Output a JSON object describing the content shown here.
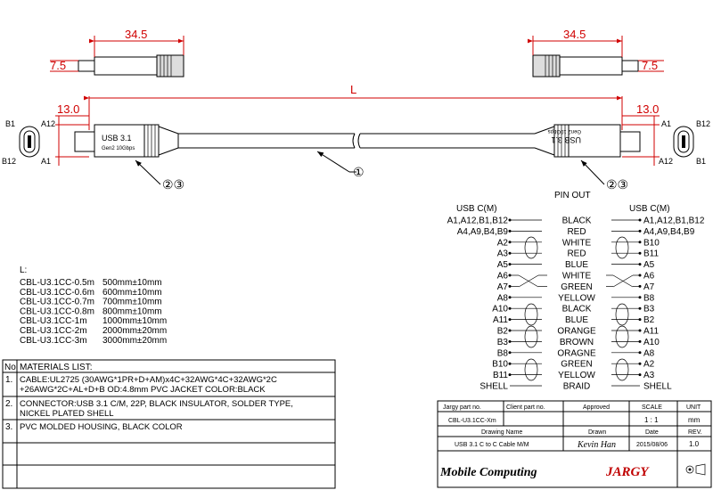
{
  "dims": {
    "plug_len": "34.5",
    "plug_h": "7.5",
    "cable_len": "L",
    "head_w": "13.0"
  },
  "plug_marks": {
    "left_line1": "USB 3.1",
    "left_line2": "Gen2 10Gbps",
    "right_line1": "USB 3.1",
    "right_line2": "Gen2 10Gbps"
  },
  "face_labels": {
    "left": {
      "tl": "B1",
      "tr": "A12",
      "bl": "B12",
      "br": "A1"
    },
    "right": {
      "tl": "A1",
      "tr": "B12",
      "bl": "A12",
      "br": "B1"
    }
  },
  "callouts": {
    "cable": "①",
    "head_left": "②③",
    "head_right": "②③"
  },
  "length_list": {
    "header": "L:",
    "rows": [
      {
        "model": "CBL-U3.1CC-0.5m",
        "len": "500mm±10mm"
      },
      {
        "model": "CBL-U3.1CC-0.6m",
        "len": "600mm±10mm"
      },
      {
        "model": "CBL-U3.1CC-0.7m",
        "len": "700mm±10mm"
      },
      {
        "model": "CBL-U3.1CC-0.8m",
        "len": "800mm±10mm"
      },
      {
        "model": "CBL-U3.1CC-1m",
        "len": "1000mm±10mm"
      },
      {
        "model": "CBL-U3.1CC-2m",
        "len": "2000mm±20mm"
      },
      {
        "model": "CBL-U3.1CC-3m",
        "len": "3000mm±20mm"
      }
    ]
  },
  "pinout": {
    "title": "PIN OUT",
    "left_header": "USB C(M)",
    "right_header": "USB C(M)",
    "rows": [
      {
        "left": "A1,A12,B1,B12",
        "color": "BLACK",
        "right": "A1,A12,B1,B12"
      },
      {
        "left": "A4,A9,B4,B9",
        "color": "RED",
        "right": "A4,A9,B4,B9"
      },
      {
        "left": "A2",
        "color": "WHITE",
        "right": "B10"
      },
      {
        "left": "A3",
        "color": "RED",
        "right": "B11"
      },
      {
        "left": "A5",
        "color": "BLUE",
        "right": "A5"
      },
      {
        "left": "A6",
        "color": "WHITE",
        "right": "A6"
      },
      {
        "left": "A7",
        "color": "GREEN",
        "right": "A7"
      },
      {
        "left": "A8",
        "color": "YELLOW",
        "right": "B8"
      },
      {
        "left": "A10",
        "color": "BLACK",
        "right": "B3"
      },
      {
        "left": "A11",
        "color": "BLUE",
        "right": "B2"
      },
      {
        "left": "B2",
        "color": "ORANGE",
        "right": "A11"
      },
      {
        "left": "B3",
        "color": "BROWN",
        "right": "A10"
      },
      {
        "left": "B8",
        "color": "ORAGNE",
        "right": "A8"
      },
      {
        "left": "B10",
        "color": "GREEN",
        "right": "A2"
      },
      {
        "left": "B11",
        "color": "YELLOW",
        "right": "A3"
      },
      {
        "left": "SHELL",
        "color": "BRAID",
        "right": "SHELL"
      }
    ]
  },
  "materials": {
    "no_header": "No",
    "title": "MATERIALS LIST:",
    "items": [
      {
        "no": "1.",
        "line1": "CABLE:UL2725 (30AWG*1PR+D+AM)x4C+32AWG*4C+32AWG*2C",
        "line2": "+26AWG*2C+AL+D+B   OD:4.8mm   PVC JACKET COLOR:BLACK"
      },
      {
        "no": "2.",
        "line1": "CONNECTOR:USB 3.1 C/M, 22P, BLACK INSULATOR, SOLDER TYPE,",
        "line2": "NICKEL PLATED SHELL"
      },
      {
        "no": "3.",
        "line1": "PVC MOLDED HOUSING, BLACK COLOR",
        "line2": ""
      }
    ]
  },
  "title_block": {
    "part_label": "Jargy part no.",
    "client_label": "Client part no.",
    "approved_label": "Approved",
    "scale_label": "SCALE",
    "unit_label": "UNIT",
    "part_no": "CBL-U3.1CC-Xm",
    "scale": "1 : 1",
    "unit": "mm",
    "drawing_name_label": "Drawing Name",
    "drawn_label": "Drawn",
    "date_label": "Date",
    "rev_label": "REV.",
    "drawing_name": "USB 3.1 C to C Cable M/M",
    "signature": "Kevin Han",
    "date": "2015/08/06",
    "rev": "1.0",
    "brand_left": "Mobile Computing",
    "brand_right": "JARGY"
  }
}
